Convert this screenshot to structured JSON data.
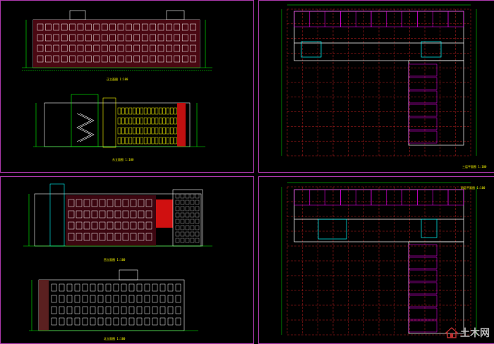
{
  "sheets": {
    "top_left": {
      "elev1_caption": "正立面图 1:100",
      "elev2_caption": "东立面图 1:100"
    },
    "top_right": {
      "plan_caption": "三层平面图 1:100"
    },
    "bottom_left": {
      "elev3_caption": "西立面图 1:100",
      "elev4_caption": "北立面图 1:100"
    },
    "bottom_right": {
      "plan_caption": "四层平面图 1:100"
    }
  },
  "watermark": {
    "brand": "土木网",
    "icon": "house-logo-icon"
  },
  "colors": {
    "frame": "#b03ab0",
    "line_green": "#00ff00",
    "line_white": "#ffffff",
    "line_red": "#ff2020",
    "line_yellow": "#ffff00",
    "line_cyan": "#00ffff",
    "line_magenta": "#ff00ff"
  }
}
